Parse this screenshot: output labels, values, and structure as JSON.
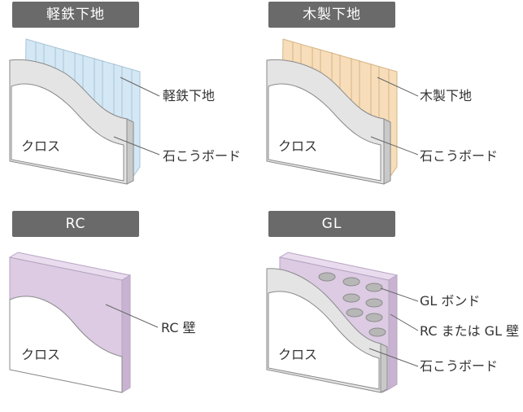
{
  "panels": [
    {
      "title": "軽鉄下地",
      "labels": [
        "軽鉄下地",
        "石こうボード"
      ],
      "surface_label": "クロス",
      "stud_color": "#d4e7f4",
      "stud_edge": "#a9c4d6"
    },
    {
      "title": "木製下地",
      "labels": [
        "木製下地",
        "石こうボード"
      ],
      "surface_label": "クロス",
      "stud_color": "#f7ddb9",
      "stud_edge": "#d6b586"
    },
    {
      "title": "RC",
      "labels": [
        "RC 壁"
      ],
      "surface_label": "クロス",
      "wall_color": "#dccbe3"
    },
    {
      "title": "GL",
      "labels": [
        "GL ボンド",
        "RC または GL 壁",
        "石こうボード"
      ],
      "surface_label": "クロス",
      "wall_color": "#dccbe3",
      "bond_color": "#b7b7b7"
    }
  ],
  "colors": {
    "badge": "#6a6a6a",
    "board_face": "#e4e4e4",
    "board_edge": "#c9c9c9",
    "outline": "#8a8a8a",
    "leader": "#666666"
  }
}
